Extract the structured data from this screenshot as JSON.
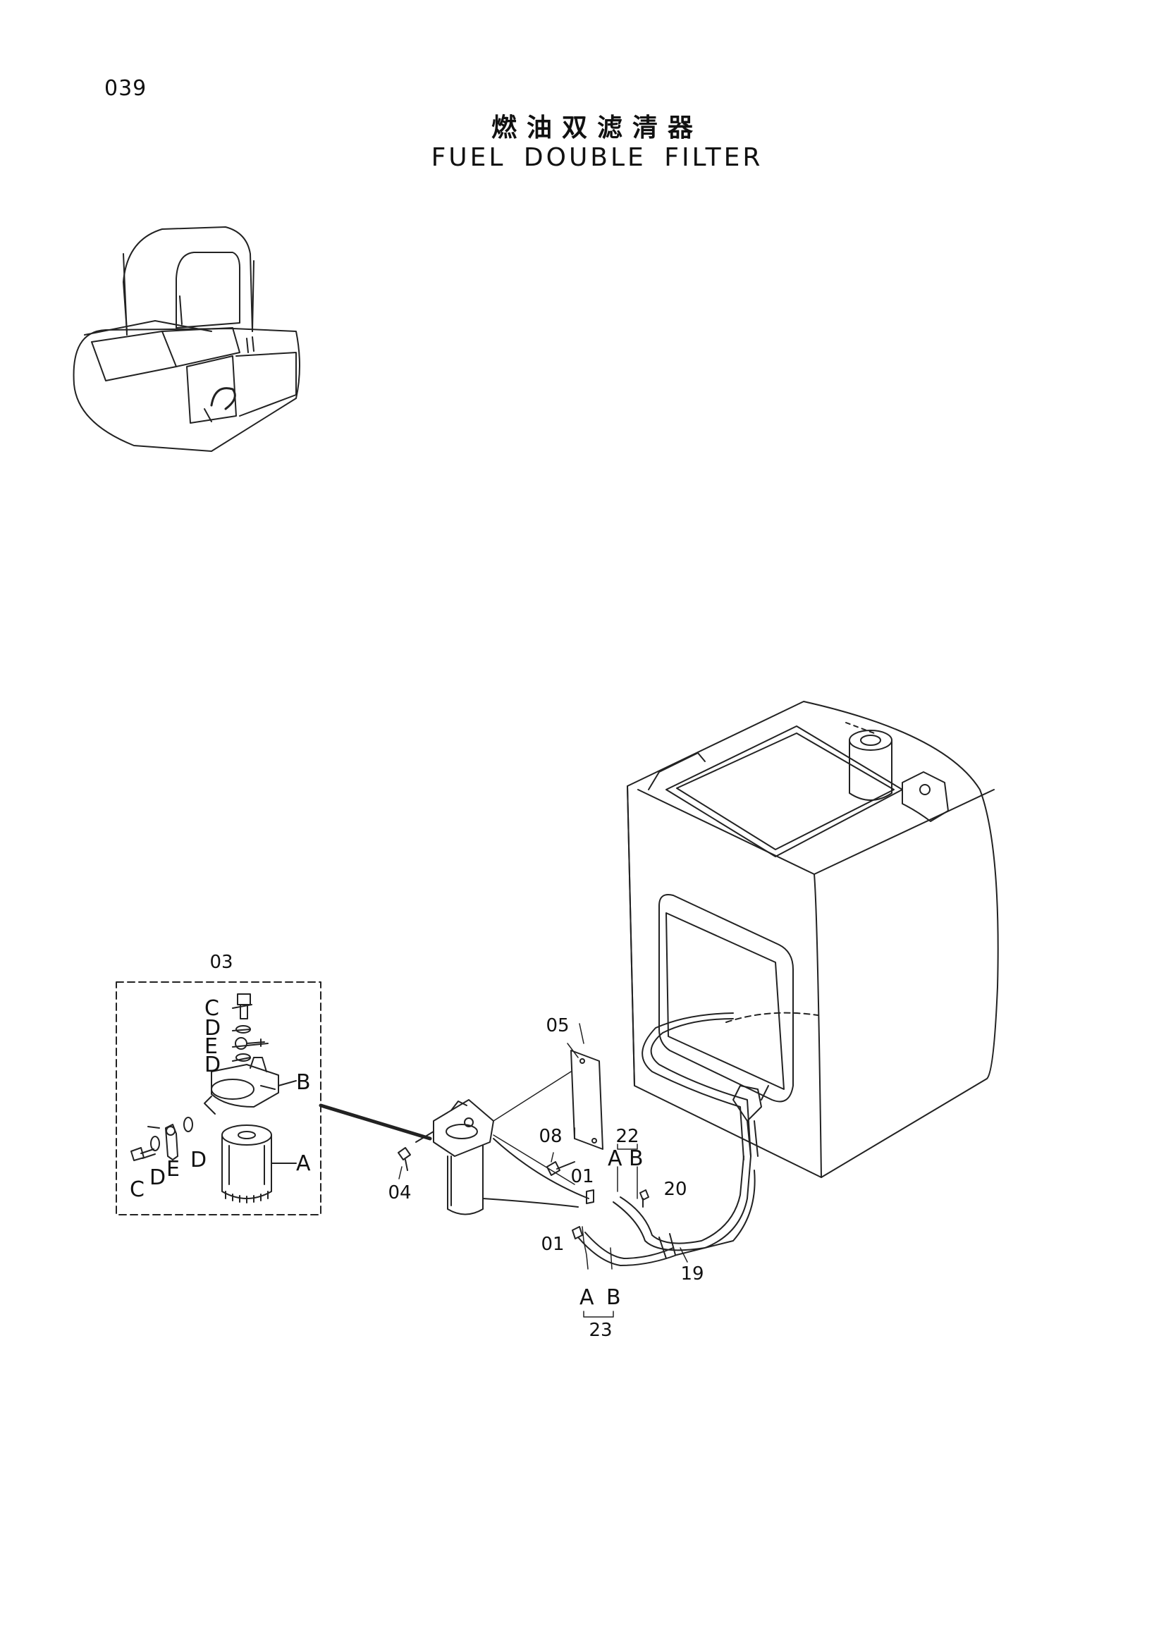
{
  "page_number": "039",
  "title_cn": "燃油双滤清器",
  "title_en": "FUEL DOUBLE FILTER",
  "callouts": {
    "c03": "03",
    "c05": "05",
    "c08": "08",
    "c22": "22",
    "c01a": "01",
    "c01b": "01",
    "c20": "20",
    "c04": "04",
    "c19": "19",
    "c23": "23"
  },
  "detail_letters": {
    "c1": "C",
    "d1": "D",
    "e1": "E",
    "d2": "D",
    "b": "B",
    "a": "A",
    "c2": "C",
    "d3": "D",
    "e2": "E",
    "d4": "D"
  },
  "hose_letters": {
    "a22": "A",
    "b22": "B",
    "a23": "A",
    "b23": "B"
  }
}
